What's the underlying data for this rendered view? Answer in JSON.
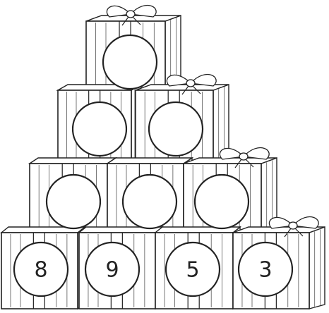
{
  "puzzle": {
    "rows": [
      {
        "row": 1,
        "cells": [
          {
            "value": ""
          }
        ]
      },
      {
        "row": 2,
        "cells": [
          {
            "value": ""
          },
          {
            "value": ""
          }
        ]
      },
      {
        "row": 3,
        "cells": [
          {
            "value": ""
          },
          {
            "value": ""
          },
          {
            "value": ""
          }
        ]
      },
      {
        "row": 4,
        "cells": [
          {
            "value": "8"
          },
          {
            "value": "9"
          },
          {
            "value": "5"
          },
          {
            "value": "3"
          }
        ]
      }
    ]
  },
  "colors": {
    "line": "#222222",
    "fill": "#ffffff",
    "stripe": "#555555"
  }
}
